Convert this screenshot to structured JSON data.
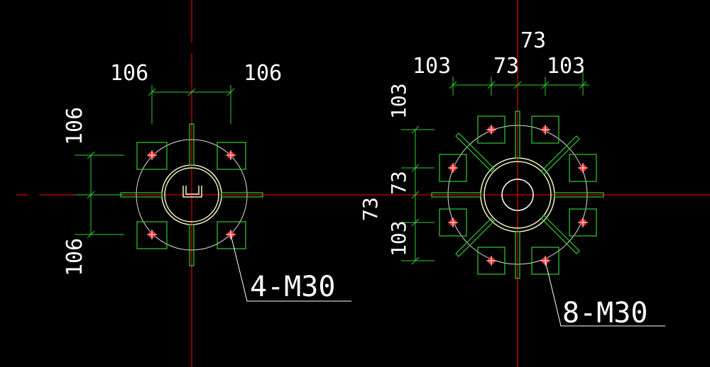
{
  "colors": {
    "background": "#000000",
    "centerline": "#ff0000",
    "green": "#33cc33",
    "white": "#ffffff",
    "yellowish": "#f0f0c0",
    "bolt": "#ff2a2a"
  },
  "left_detail": {
    "dims": {
      "top_left": "106",
      "top_right": "106",
      "side_top": "106",
      "side_bottom": "106"
    },
    "bolt_label": "4-M30"
  },
  "right_detail": {
    "dims": {
      "top_overall": "73",
      "top_left": "103",
      "top_mid": "73",
      "top_right": "103",
      "side_top": "103",
      "side_mid": "73",
      "side_bottom": "103",
      "side_outer": "73"
    },
    "bolt_label": "8-M30"
  }
}
